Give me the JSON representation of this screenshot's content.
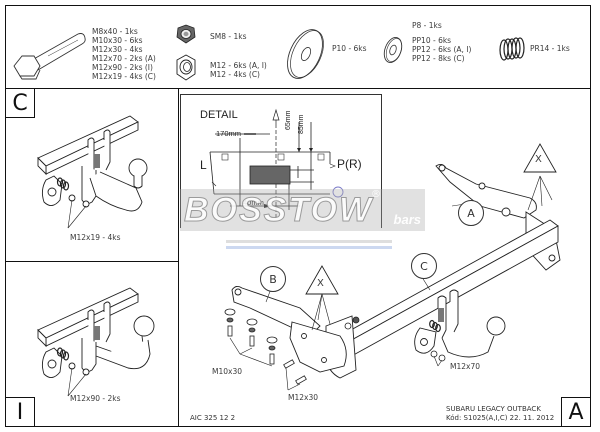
{
  "parts_header": {
    "bolts": [
      "M8x40 - 1ks",
      "M10x30 - 6ks",
      "M12x30 - 4ks",
      "M12x70 - 2ks (A)",
      "M12x90 - 2ks (I)",
      "M12x19 - 4ks (C)"
    ],
    "self_locking_nut": "SM8 - 1ks",
    "nuts": [
      "M12 - 6ks (A, I)",
      "M12 - 4ks (C)"
    ],
    "washer_p10": "P10 - 6ks",
    "washer_p8": "P8 - 1ks",
    "spring_washers": [
      "PP10 - 6ks",
      "PP12 - 6ks (A, I)",
      "PP12 - 8ks (C)"
    ],
    "spring": "PR14 - 1ks"
  },
  "panels": {
    "c": {
      "letter": "C",
      "bolt_label": "M12x19 - 4ks"
    },
    "i": {
      "letter": "I",
      "bolt_label": "M12x90 - 2ks"
    },
    "a": {
      "letter": "A"
    }
  },
  "detail": {
    "title": "DETAIL",
    "dim_170": "170mm",
    "dim_65": "65mm",
    "dim_85": "85mm",
    "dim_40": "40mm",
    "left_label": "L",
    "right_label": "P(R)"
  },
  "callouts": {
    "a": "A",
    "b": "B",
    "c": "C",
    "x1": "X",
    "x2": "X"
  },
  "assembly_labels": {
    "m10x30": "M10x30",
    "m12x30": "M12x30",
    "m12x70": "M12x70"
  },
  "watermark": {
    "brand": "BOSSTOW",
    "suffix": "bars",
    "reg": "®"
  },
  "footer": {
    "drawing_number": "AIC 325 12 2",
    "vehicle": "SUBARU LEGACY OUTBACK",
    "code_line": "Kód: S1025(A,I,C)  22. 11. 2012"
  }
}
